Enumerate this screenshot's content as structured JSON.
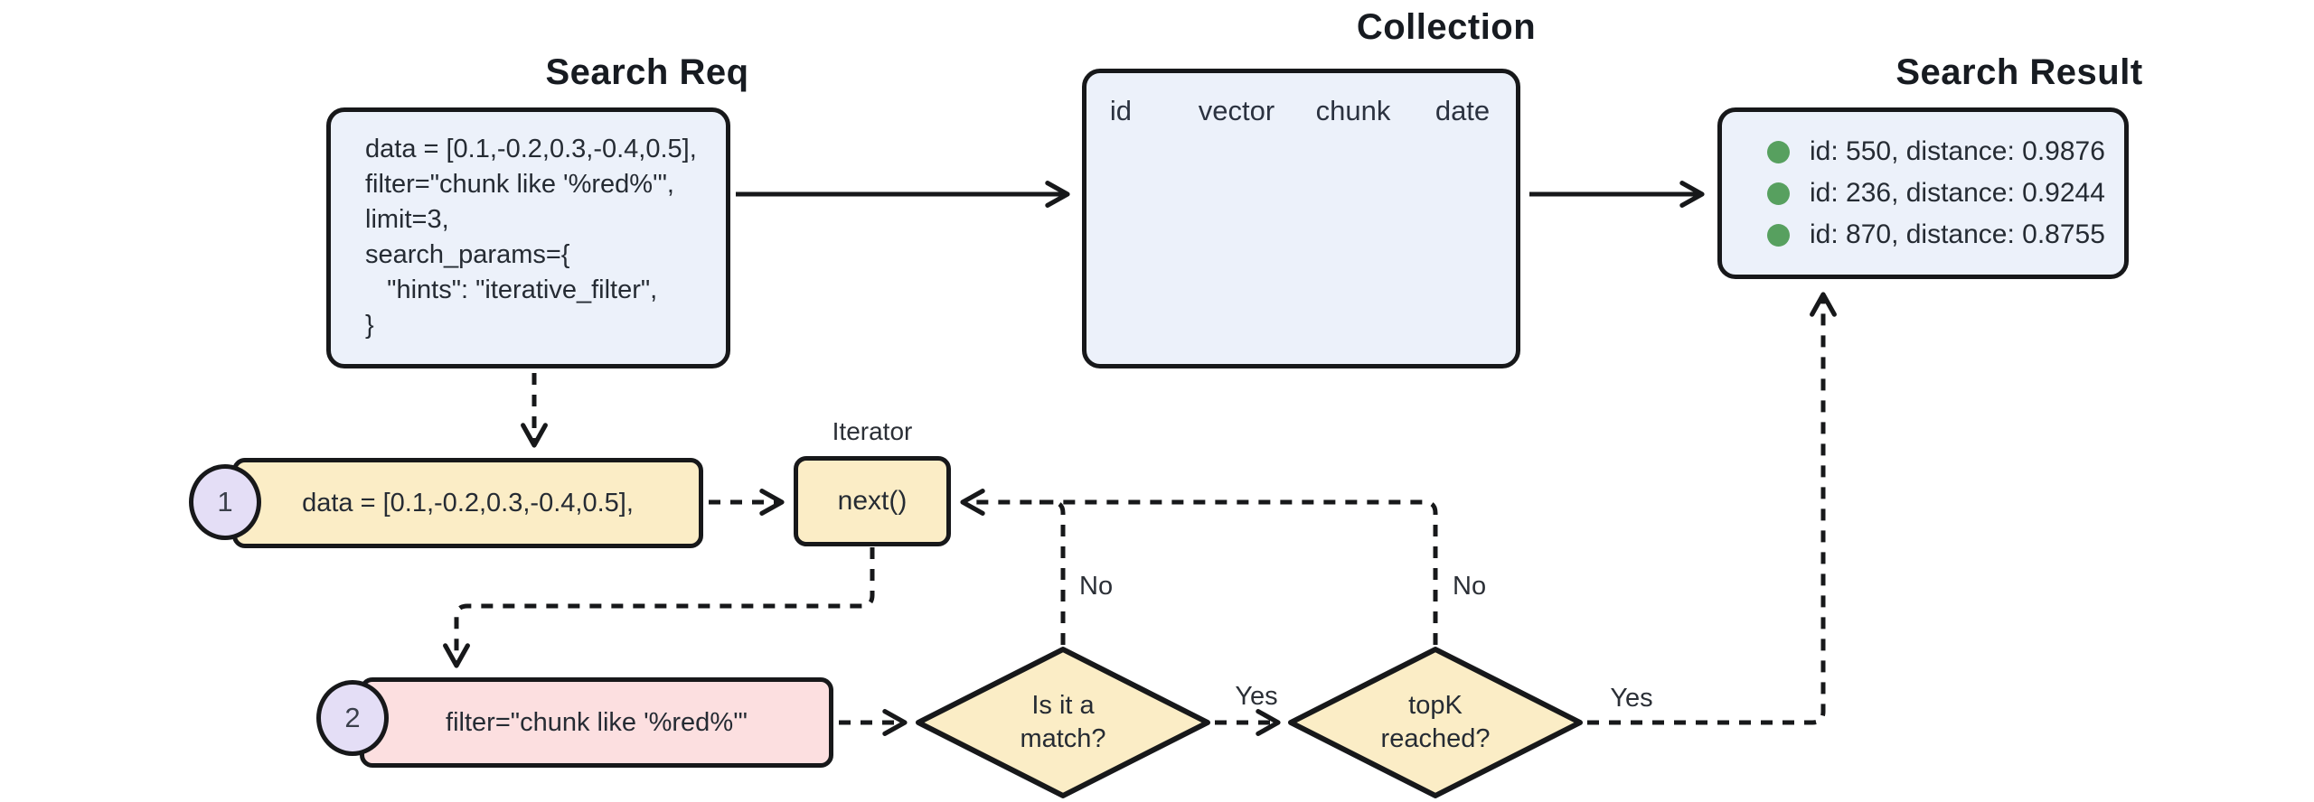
{
  "colors": {
    "panel_fill": "#ECF1FA",
    "step_fill": "#FBEDC6",
    "filter_fill": "#FCDFE0",
    "badge_fill": "#E4DEF6",
    "result_dot_green": "#57A05F",
    "line": "#17181A",
    "text": "#252B33"
  },
  "search_req": {
    "title": "Search Req",
    "lines": [
      "data = [0.1,-0.2,0.3,-0.4,0.5],",
      "filter=\"chunk like '%red%'\",",
      "limit=3,",
      "search_params={",
      "   \"hints\": \"iterative_filter\",",
      "}"
    ]
  },
  "collection": {
    "title": "Collection",
    "columns": [
      "id",
      "vector",
      "chunk",
      "date"
    ]
  },
  "search_result": {
    "title": "Search Result",
    "items": [
      "id: 550, distance: 0.9876",
      "id: 236, distance: 0.9244",
      "id: 870, distance: 0.8755"
    ]
  },
  "steps": {
    "one": {
      "badge": "1",
      "text": "data = [0.1,-0.2,0.3,-0.4,0.5],"
    },
    "two": {
      "badge": "2",
      "text": "filter=\"chunk like '%red%'\""
    }
  },
  "iterator": {
    "label": "Iterator",
    "method": "next()"
  },
  "decisions": {
    "match": {
      "line1": "Is it a",
      "line2": "match?"
    },
    "topk": {
      "line1": "topK",
      "line2": "reached?"
    }
  },
  "labels": {
    "yes_match": "Yes",
    "yes_topk": "Yes",
    "no_match": "No",
    "no_topk": "No"
  }
}
